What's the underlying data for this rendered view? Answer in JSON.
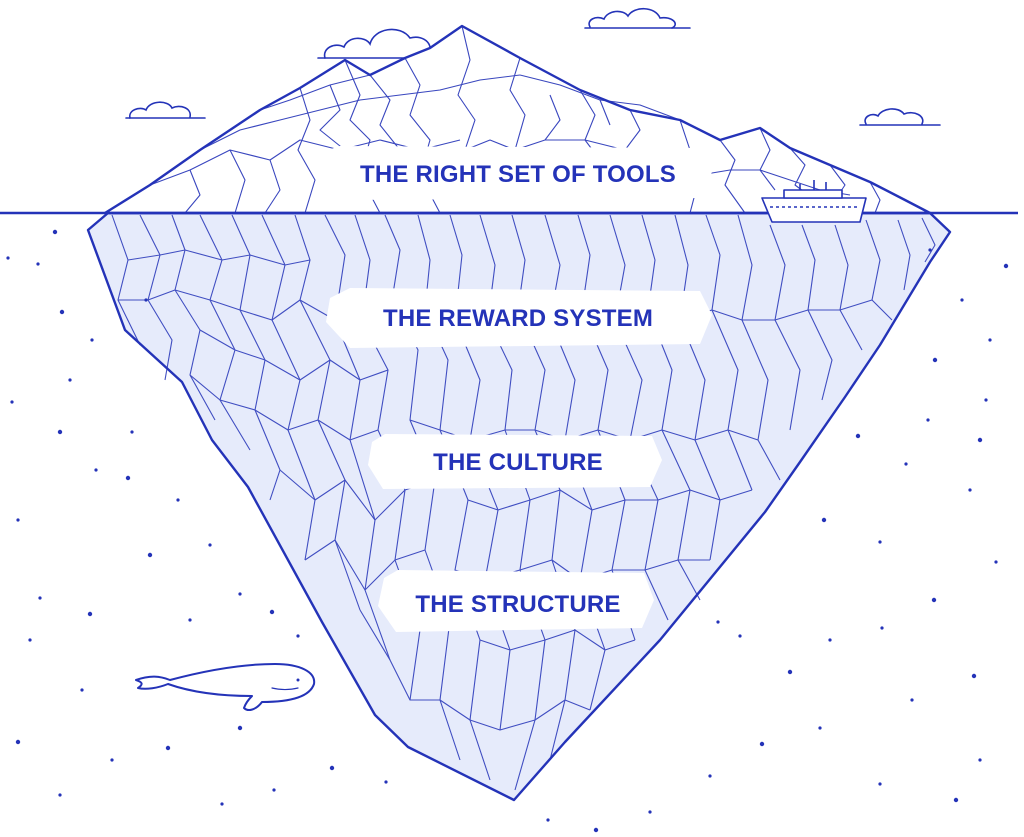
{
  "colors": {
    "line": "#2433b8",
    "ice_fill": "#e6ebfb",
    "label_bg": "#ffffff",
    "label_text": "#2433b8",
    "sea_dot": "#2433b8"
  },
  "labels": {
    "tools": "THE RIGHT SET OF TOOLS",
    "reward": "THE REWARD SYSTEM",
    "culture": "THE CULTURE",
    "structure": "THE STRUCTURE"
  }
}
